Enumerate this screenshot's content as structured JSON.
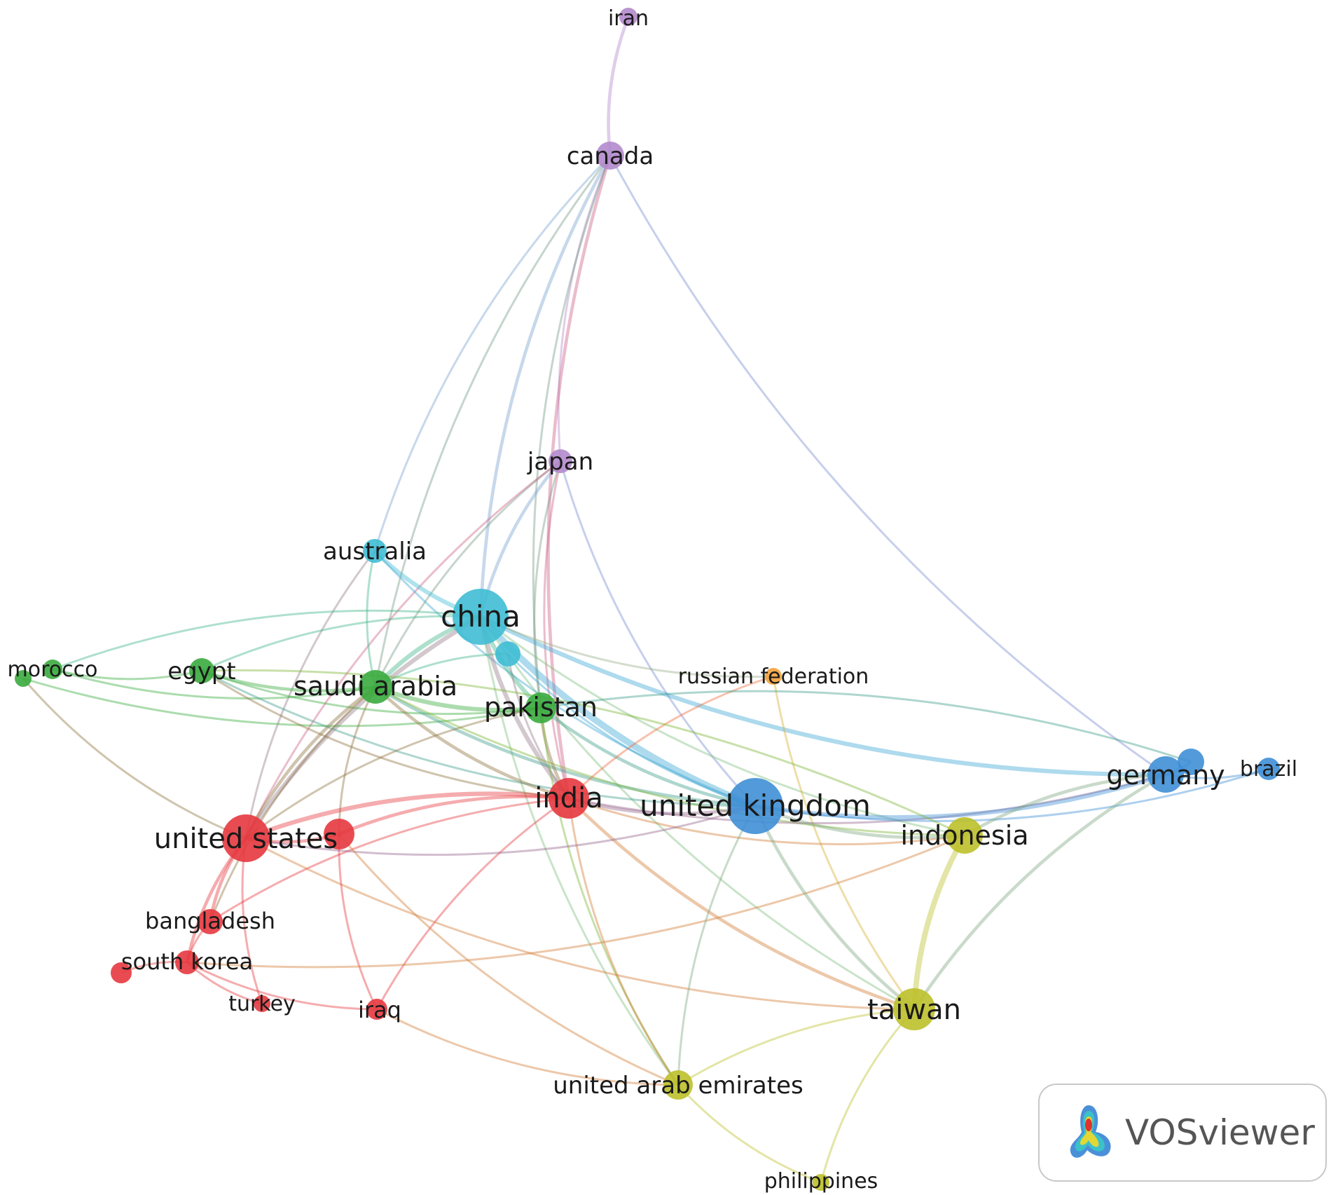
{
  "colors": {
    "red": "#e6393f",
    "green": "#3aab3e",
    "blue": "#3f8fd6",
    "yellow": "#bcc02a",
    "purple": "#b389cc",
    "cyan": "#3fbcd4",
    "orange": "#f2a23c"
  },
  "nodes": [
    {
      "id": "iran",
      "label": "iran",
      "cluster": "purple",
      "size": 1
    },
    {
      "id": "canada",
      "label": "canada",
      "cluster": "purple",
      "size": 2
    },
    {
      "id": "japan",
      "label": "japan",
      "cluster": "purple",
      "size": 2
    },
    {
      "id": "australia",
      "label": "australia",
      "cluster": "cyan",
      "size": 2
    },
    {
      "id": "china",
      "label": "china",
      "cluster": "cyan",
      "size": 5
    },
    {
      "id": "cyan_unlabeled",
      "label": "",
      "cluster": "cyan",
      "size": 1
    },
    {
      "id": "morocco",
      "label": "morocco",
      "cluster": "green",
      "size": 1
    },
    {
      "id": "morocco_small",
      "label": "",
      "cluster": "green",
      "size": 1
    },
    {
      "id": "egypt",
      "label": "egypt",
      "cluster": "green",
      "size": 2
    },
    {
      "id": "saudi_arabia",
      "label": "saudi arabia",
      "cluster": "green",
      "size": 3
    },
    {
      "id": "pakistan",
      "label": "pakistan",
      "cluster": "green",
      "size": 3
    },
    {
      "id": "russian_federation",
      "label": "russian federation",
      "cluster": "orange",
      "size": 1
    },
    {
      "id": "india",
      "label": "india",
      "cluster": "red",
      "size": 4
    },
    {
      "id": "united_states",
      "label": "united states",
      "cluster": "red",
      "size": 5
    },
    {
      "id": "red_unlabeled",
      "label": "",
      "cluster": "red",
      "size": 3
    },
    {
      "id": "bangladesh",
      "label": "bangladesh",
      "cluster": "red",
      "size": 2
    },
    {
      "id": "south_korea",
      "label": "south korea",
      "cluster": "red",
      "size": 2
    },
    {
      "id": "south_korea_small",
      "label": "",
      "cluster": "red",
      "size": 1
    },
    {
      "id": "turkey",
      "label": "turkey",
      "cluster": "red",
      "size": 1
    },
    {
      "id": "iraq",
      "label": "iraq",
      "cluster": "red",
      "size": 2
    },
    {
      "id": "united_kingdom",
      "label": "united kingdom",
      "cluster": "blue",
      "size": 5
    },
    {
      "id": "germany",
      "label": "germany",
      "cluster": "blue",
      "size": 4
    },
    {
      "id": "blue_unlabeled",
      "label": "",
      "cluster": "blue",
      "size": 2
    },
    {
      "id": "brazil",
      "label": "brazil",
      "cluster": "blue",
      "size": 1
    },
    {
      "id": "indonesia",
      "label": "indonesia",
      "cluster": "yellow",
      "size": 4
    },
    {
      "id": "taiwan",
      "label": "taiwan",
      "cluster": "yellow",
      "size": 4
    },
    {
      "id": "united_arab_emirates",
      "label": "united arab emirates",
      "cluster": "yellow",
      "size": 3
    },
    {
      "id": "philippines",
      "label": "philippines",
      "cluster": "yellow",
      "size": 1
    }
  ],
  "links": [
    [
      "iran",
      "canada",
      2
    ],
    [
      "canada",
      "japan",
      1
    ],
    [
      "canada",
      "china",
      2
    ],
    [
      "canada",
      "india",
      2
    ],
    [
      "canada",
      "pakistan",
      1
    ],
    [
      "canada",
      "australia",
      1
    ],
    [
      "canada",
      "germany",
      1
    ],
    [
      "canada",
      "saudi_arabia",
      1
    ],
    [
      "japan",
      "china",
      2
    ],
    [
      "japan",
      "united_kingdom",
      1
    ],
    [
      "japan",
      "saudi_arabia",
      1
    ],
    [
      "japan",
      "pakistan",
      1
    ],
    [
      "japan",
      "united_states",
      1
    ],
    [
      "japan",
      "india",
      1
    ],
    [
      "australia",
      "china",
      3
    ],
    [
      "australia",
      "saudi_arabia",
      1
    ],
    [
      "australia",
      "united_kingdom",
      1
    ],
    [
      "australia",
      "united_states",
      1
    ],
    [
      "china",
      "united_kingdom",
      5
    ],
    [
      "china",
      "germany",
      3
    ],
    [
      "china",
      "saudi_arabia",
      3
    ],
    [
      "china",
      "pakistan",
      3
    ],
    [
      "china",
      "india",
      3
    ],
    [
      "china",
      "united_states",
      3
    ],
    [
      "china",
      "egypt",
      1
    ],
    [
      "china",
      "morocco",
      1
    ],
    [
      "china",
      "russian_federation",
      1
    ],
    [
      "china",
      "indonesia",
      1
    ],
    [
      "china",
      "taiwan",
      1
    ],
    [
      "china",
      "united_arab_emirates",
      1
    ],
    [
      "cyan_unlabeled",
      "united_kingdom",
      1
    ],
    [
      "cyan_unlabeled",
      "saudi_arabia",
      1
    ],
    [
      "cyan_unlabeled",
      "india",
      1
    ],
    [
      "morocco",
      "egypt",
      1
    ],
    [
      "morocco",
      "saudi_arabia",
      1
    ],
    [
      "morocco_small",
      "united_states",
      1
    ],
    [
      "morocco_small",
      "pakistan",
      1
    ],
    [
      "egypt",
      "saudi_arabia",
      2
    ],
    [
      "egypt",
      "pakistan",
      1
    ],
    [
      "egypt",
      "india",
      1
    ],
    [
      "egypt",
      "united_kingdom",
      1
    ],
    [
      "saudi_arabia",
      "pakistan",
      3
    ],
    [
      "saudi_arabia",
      "india",
      2
    ],
    [
      "saudi_arabia",
      "united_states",
      2
    ],
    [
      "saudi_arabia",
      "united_kingdom",
      2
    ],
    [
      "saudi_arabia",
      "bangladesh",
      1
    ],
    [
      "saudi_arabia",
      "red_unlabeled",
      1
    ],
    [
      "saudi_arabia",
      "indonesia",
      1
    ],
    [
      "pakistan",
      "india",
      2
    ],
    [
      "pakistan",
      "united_kingdom",
      2
    ],
    [
      "pakistan",
      "united_states",
      1
    ],
    [
      "pakistan",
      "united_arab_emirates",
      1
    ],
    [
      "russian_federation",
      "india",
      1
    ],
    [
      "russian_federation",
      "taiwan",
      1
    ],
    [
      "india",
      "united_states",
      3
    ],
    [
      "india",
      "red_unlabeled",
      2
    ],
    [
      "india",
      "united_kingdom",
      2
    ],
    [
      "india",
      "taiwan",
      2
    ],
    [
      "india",
      "united_arab_emirates",
      1
    ],
    [
      "india",
      "iraq",
      1
    ],
    [
      "india",
      "bangladesh",
      1
    ],
    [
      "india",
      "germany",
      1
    ],
    [
      "india",
      "indonesia",
      1
    ],
    [
      "united_states",
      "red_unlabeled",
      2
    ],
    [
      "united_states",
      "bangladesh",
      2
    ],
    [
      "united_states",
      "south_korea",
      2
    ],
    [
      "united_states",
      "turkey",
      1
    ],
    [
      "united_states",
      "taiwan",
      1
    ],
    [
      "united_states",
      "united_kingdom",
      1
    ],
    [
      "red_unlabeled",
      "iraq",
      1
    ],
    [
      "red_unlabeled",
      "united_arab_emirates",
      1
    ],
    [
      "bangladesh",
      "south_korea",
      1
    ],
    [
      "south_korea",
      "south_korea_small",
      1
    ],
    [
      "south_korea",
      "turkey",
      1
    ],
    [
      "south_korea",
      "iraq",
      1
    ],
    [
      "south_korea",
      "indonesia",
      1
    ],
    [
      "iraq",
      "united_arab_emirates",
      1
    ],
    [
      "united_kingdom",
      "germany",
      3
    ],
    [
      "united_kingdom",
      "indonesia",
      2
    ],
    [
      "united_kingdom",
      "taiwan",
      2
    ],
    [
      "united_kingdom",
      "united_arab_emirates",
      1
    ],
    [
      "united_kingdom",
      "brazil",
      1
    ],
    [
      "germany",
      "blue_unlabeled",
      2
    ],
    [
      "germany",
      "brazil",
      1
    ],
    [
      "germany",
      "indonesia",
      2
    ],
    [
      "germany",
      "taiwan",
      2
    ],
    [
      "blue_unlabeled",
      "pakistan",
      1
    ],
    [
      "indonesia",
      "taiwan",
      4
    ],
    [
      "indonesia",
      "egypt",
      1
    ],
    [
      "taiwan",
      "philippines",
      1
    ],
    [
      "united_arab_emirates",
      "philippines",
      1
    ],
    [
      "taiwan",
      "united_arab_emirates",
      1
    ]
  ],
  "branding": {
    "name": "VOSviewer"
  }
}
